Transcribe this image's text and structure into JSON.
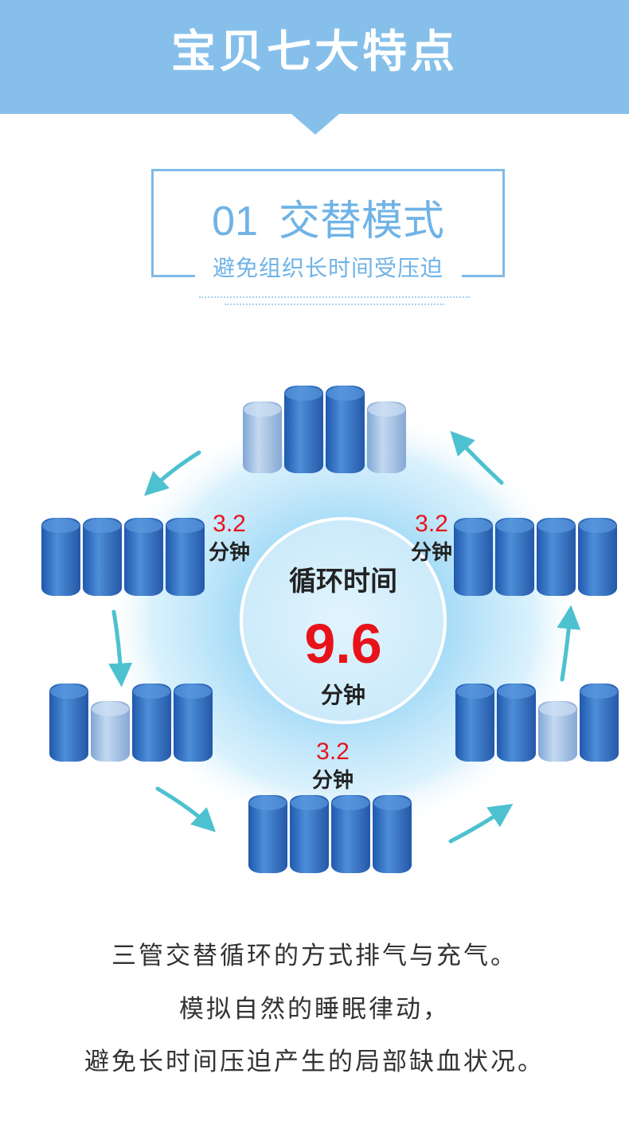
{
  "banner": {
    "title": "宝贝七大特点"
  },
  "feature": {
    "number": "01",
    "title": "交替模式",
    "subtitle": "避免组织长时间受压迫"
  },
  "cycle": {
    "title": "循环时间",
    "value": "9.6",
    "unit": "分钟"
  },
  "stages": [
    {
      "value": "3.2",
      "unit": "分钟"
    },
    {
      "value": "3.2",
      "unit": "分钟"
    },
    {
      "value": "3.2",
      "unit": "分钟"
    }
  ],
  "description": [
    "三管交替循环的方式排气与充气。",
    "模拟自然的睡眠律动，",
    "避免长时间压迫产生的局部缺血状况。"
  ],
  "colors": {
    "banner": "#86c0ea",
    "accent_text": "#6fb3e6",
    "highlight_red": "#e8131a",
    "arrow_teal": "#4dc1d0",
    "tube_dark": "#2f6ec2",
    "tube_light": "#aac6e6"
  },
  "icons": {
    "arrows": "curved-arrow-icon",
    "tubes": "air-tube-icon"
  }
}
